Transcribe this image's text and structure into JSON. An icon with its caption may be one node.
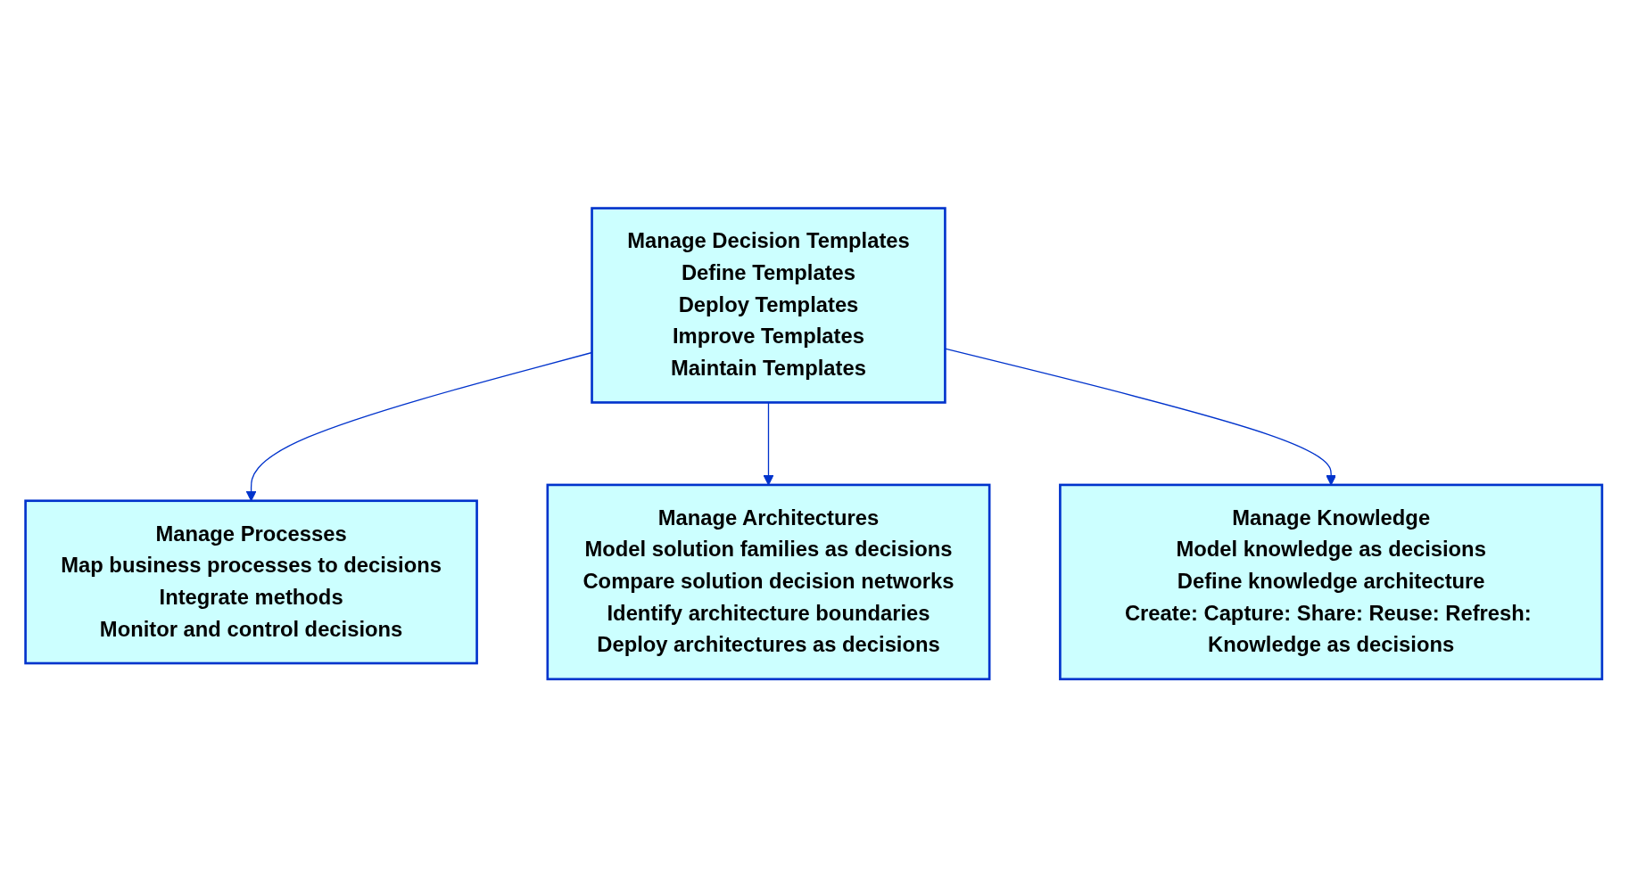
{
  "diagram": {
    "nodes": [
      {
        "text": [
          "Manage Decision Templates",
          "Define Templates",
          "Deploy Templates",
          "Improve Templates",
          "Maintain Templates"
        ]
      },
      {
        "text": [
          "Manage Processes",
          "Map business processes to decisions",
          "Integrate methods",
          "Monitor and control decisions"
        ]
      },
      {
        "text": [
          "Manage Architectures",
          "Model solution families as decisions",
          "Compare solution decision networks",
          "Identify architecture boundaries",
          "Deploy architectures as decisions"
        ]
      },
      {
        "text": [
          "Manage Knowledge",
          "Model knowledge as decisions",
          "Define knowledge architecture",
          "Create: Capture: Share: Reuse: Refresh: Knowledge as decisions"
        ]
      }
    ],
    "edges": [
      {
        "from": 0,
        "to": 1,
        "arrow": "to"
      },
      {
        "from": 0,
        "to": 2,
        "arrow": "to"
      },
      {
        "from": 0,
        "to": 3,
        "arrow": "to"
      }
    ]
  }
}
